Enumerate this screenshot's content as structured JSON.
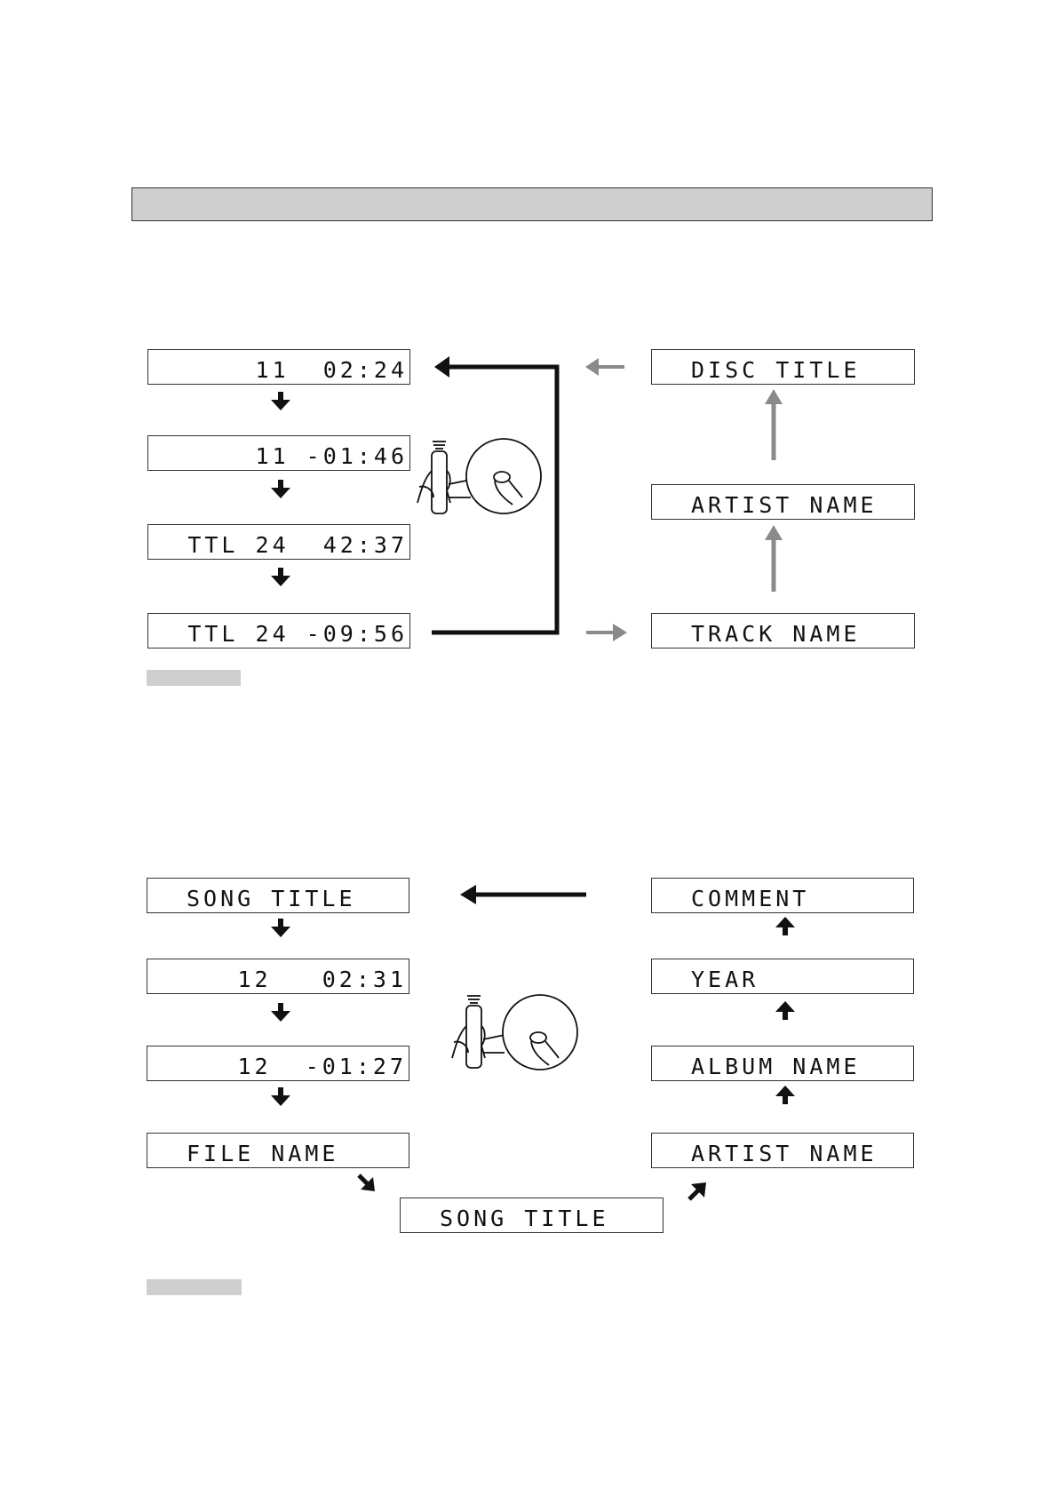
{
  "section1": {
    "left_displays": [
      "11  02:24",
      "11 -01:46",
      "TTL 24  42:37",
      "TTL 24 -09:56"
    ],
    "right_displays": [
      "DISC TITLE",
      "ARTIST NAME",
      "TRACK NAME"
    ]
  },
  "section2": {
    "left_displays": [
      "SONG TITLE",
      "12   02:31",
      "12  -01:27",
      "FILE NAME"
    ],
    "center_display": "SONG TITLE",
    "right_displays": [
      "COMMENT",
      "YEAR",
      "ALBUM NAME",
      "ARTIST NAME"
    ]
  },
  "icons": [
    "remote-control-icon",
    "finger-press-icon"
  ],
  "colors": {
    "header_bar": "#cfcfcf",
    "arrow_dark": "#111111",
    "arrow_gray": "#8a8a8a"
  }
}
